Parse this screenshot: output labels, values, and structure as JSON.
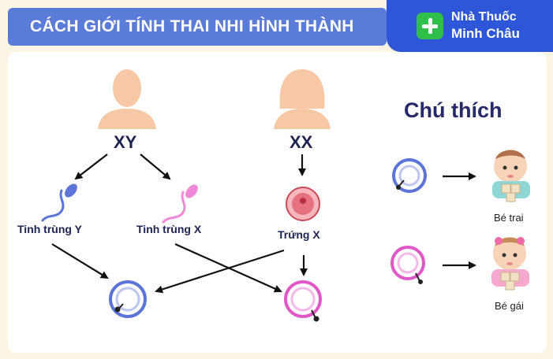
{
  "header": {
    "title": "CÁCH GIỚI TÍNH THAI NHI HÌNH THÀNH"
  },
  "brand": {
    "line1": "Nhà Thuốc",
    "line2": "Minh Châu"
  },
  "diagram": {
    "father_label": "XY",
    "mother_label": "XX",
    "sperm_y_label": "Tinh trùng Y",
    "sperm_x_label": "Tinh trùng X",
    "egg_label": "Trứng X"
  },
  "legend": {
    "title": "Chú thích",
    "boy_label": "Bé trai",
    "girl_label": "Bé gái"
  },
  "colors": {
    "title_bar": "#5b7bd8",
    "brand_bg": "#2e56d8",
    "blue": "#5b74d8",
    "pink": "#e058c8",
    "silhouette": "#f6c8a6"
  }
}
